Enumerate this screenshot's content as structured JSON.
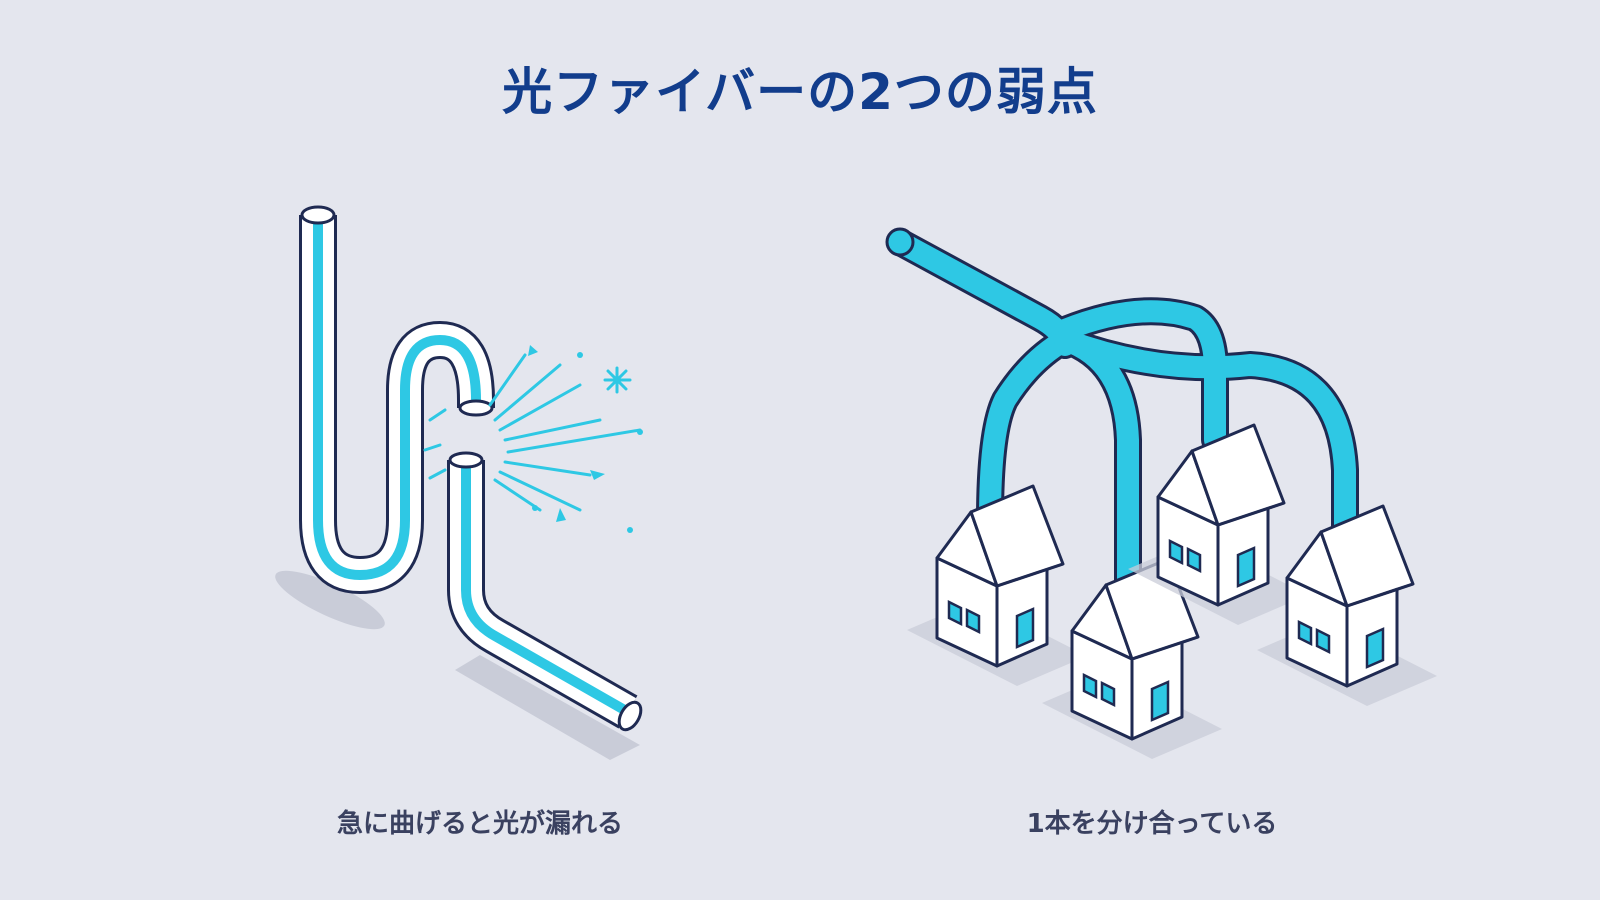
{
  "title": "光ファイバーの2つの弱点",
  "panels": [
    {
      "caption": "急に曲げると光が漏れる"
    },
    {
      "caption": "1本を分け合っている"
    }
  ],
  "colors": {
    "background": "#e4e6ee",
    "title": "#123d8c",
    "outline": "#1f2a52",
    "fiber_core": "#2ec8e4",
    "shadow": "#c9ccd8",
    "caption": "#3a4160"
  },
  "icons": [
    "bent-fiber-icon",
    "light-leak-icon",
    "splitter-fiber-icon",
    "house-icon"
  ]
}
